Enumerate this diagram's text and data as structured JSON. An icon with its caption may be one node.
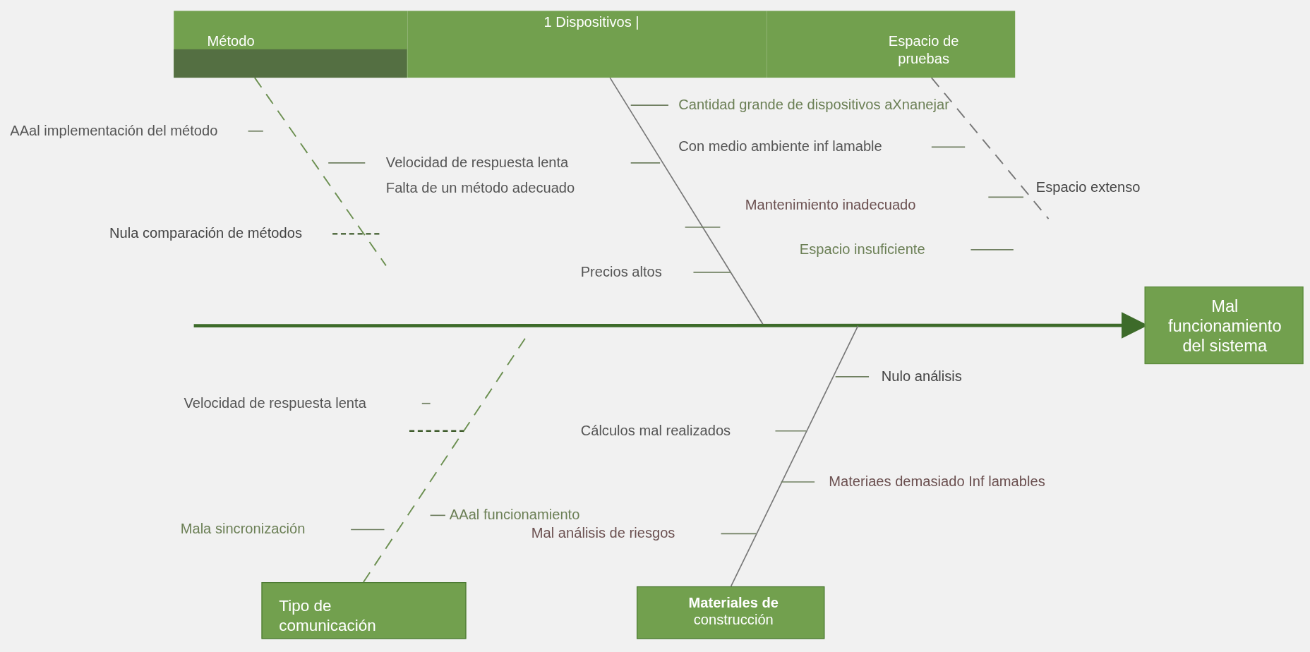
{
  "diagram": {
    "nodes": [
      {
        "text": [
          "Método"
        ]
      },
      {
        "text": [
          "1 Dispositivos |"
        ]
      },
      {
        "text": [
          "Espacio de pruebas"
        ]
      },
      {
        "text": [
          "Mal funcionamiento del sistema"
        ]
      },
      {
        "text": [
          "Tipo de comunicación"
        ]
      },
      {
        "text": [
          "**Materiales de** construcción"
        ]
      }
    ],
    "edges": [
      {
        "from": null,
        "to": 3,
        "arrow": "to",
        "style": "thick",
        "color": "#3d6b2a"
      },
      {
        "from": 0,
        "to": null,
        "arrow": "none",
        "style": "dashed",
        "color": "#6b8f50"
      },
      {
        "from": 1,
        "to": null,
        "arrow": "none"
      },
      {
        "from": 2,
        "to": null,
        "arrow": "none",
        "style": "dashed"
      },
      {
        "from": 4,
        "to": null,
        "arrow": "none",
        "style": "dashed",
        "color": "#6b8f50"
      },
      {
        "from": 5,
        "to": null,
        "arrow": "none"
      }
    ],
    "labels": [
      "Cantidad grande de dispositivos aXnanejar",
      "AAal implementación del método",
      "Con medio ambiente inf lamable",
      "Velocidad de respuesta lenta",
      "Falta de un método adecuado",
      "Espacio extenso",
      "Mantenimiento inadecuado",
      "Nula comparación de métodos",
      "Espacio insuficiente",
      "Precios altos",
      "Nulo análisis",
      "Velocidad de respuesta lenta",
      "Cálculos mal realizados",
      "Materiaes demasiado Inf lamables",
      "AAal funcionamiento",
      "Mala sincronización",
      "Mal análisis de riesgos"
    ]
  }
}
